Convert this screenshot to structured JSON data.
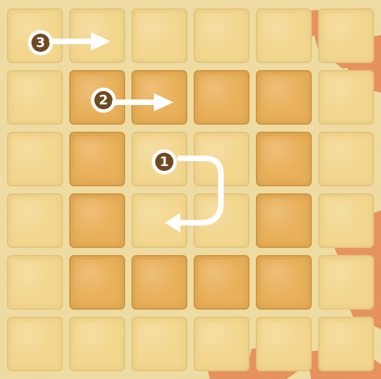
{
  "colors": {
    "light_tile": "#f3d78f",
    "dark_tile": "#e9b15b",
    "badge_bg": "#6f4a21",
    "arrow_white": "#ffffff",
    "mark_orange": "#e98a56"
  },
  "markers": [
    {
      "label": "3",
      "step": 3
    },
    {
      "label": "2",
      "step": 2
    },
    {
      "label": "1",
      "step": 1
    }
  ],
  "grid": {
    "rows": 6,
    "cols": 6,
    "dark_cells": [
      [
        1,
        1
      ],
      [
        1,
        2
      ],
      [
        1,
        3
      ],
      [
        1,
        4
      ],
      [
        2,
        1
      ],
      [
        2,
        4
      ],
      [
        3,
        1
      ],
      [
        3,
        4
      ],
      [
        4,
        1
      ],
      [
        4,
        2
      ],
      [
        4,
        3
      ],
      [
        4,
        4
      ]
    ]
  }
}
